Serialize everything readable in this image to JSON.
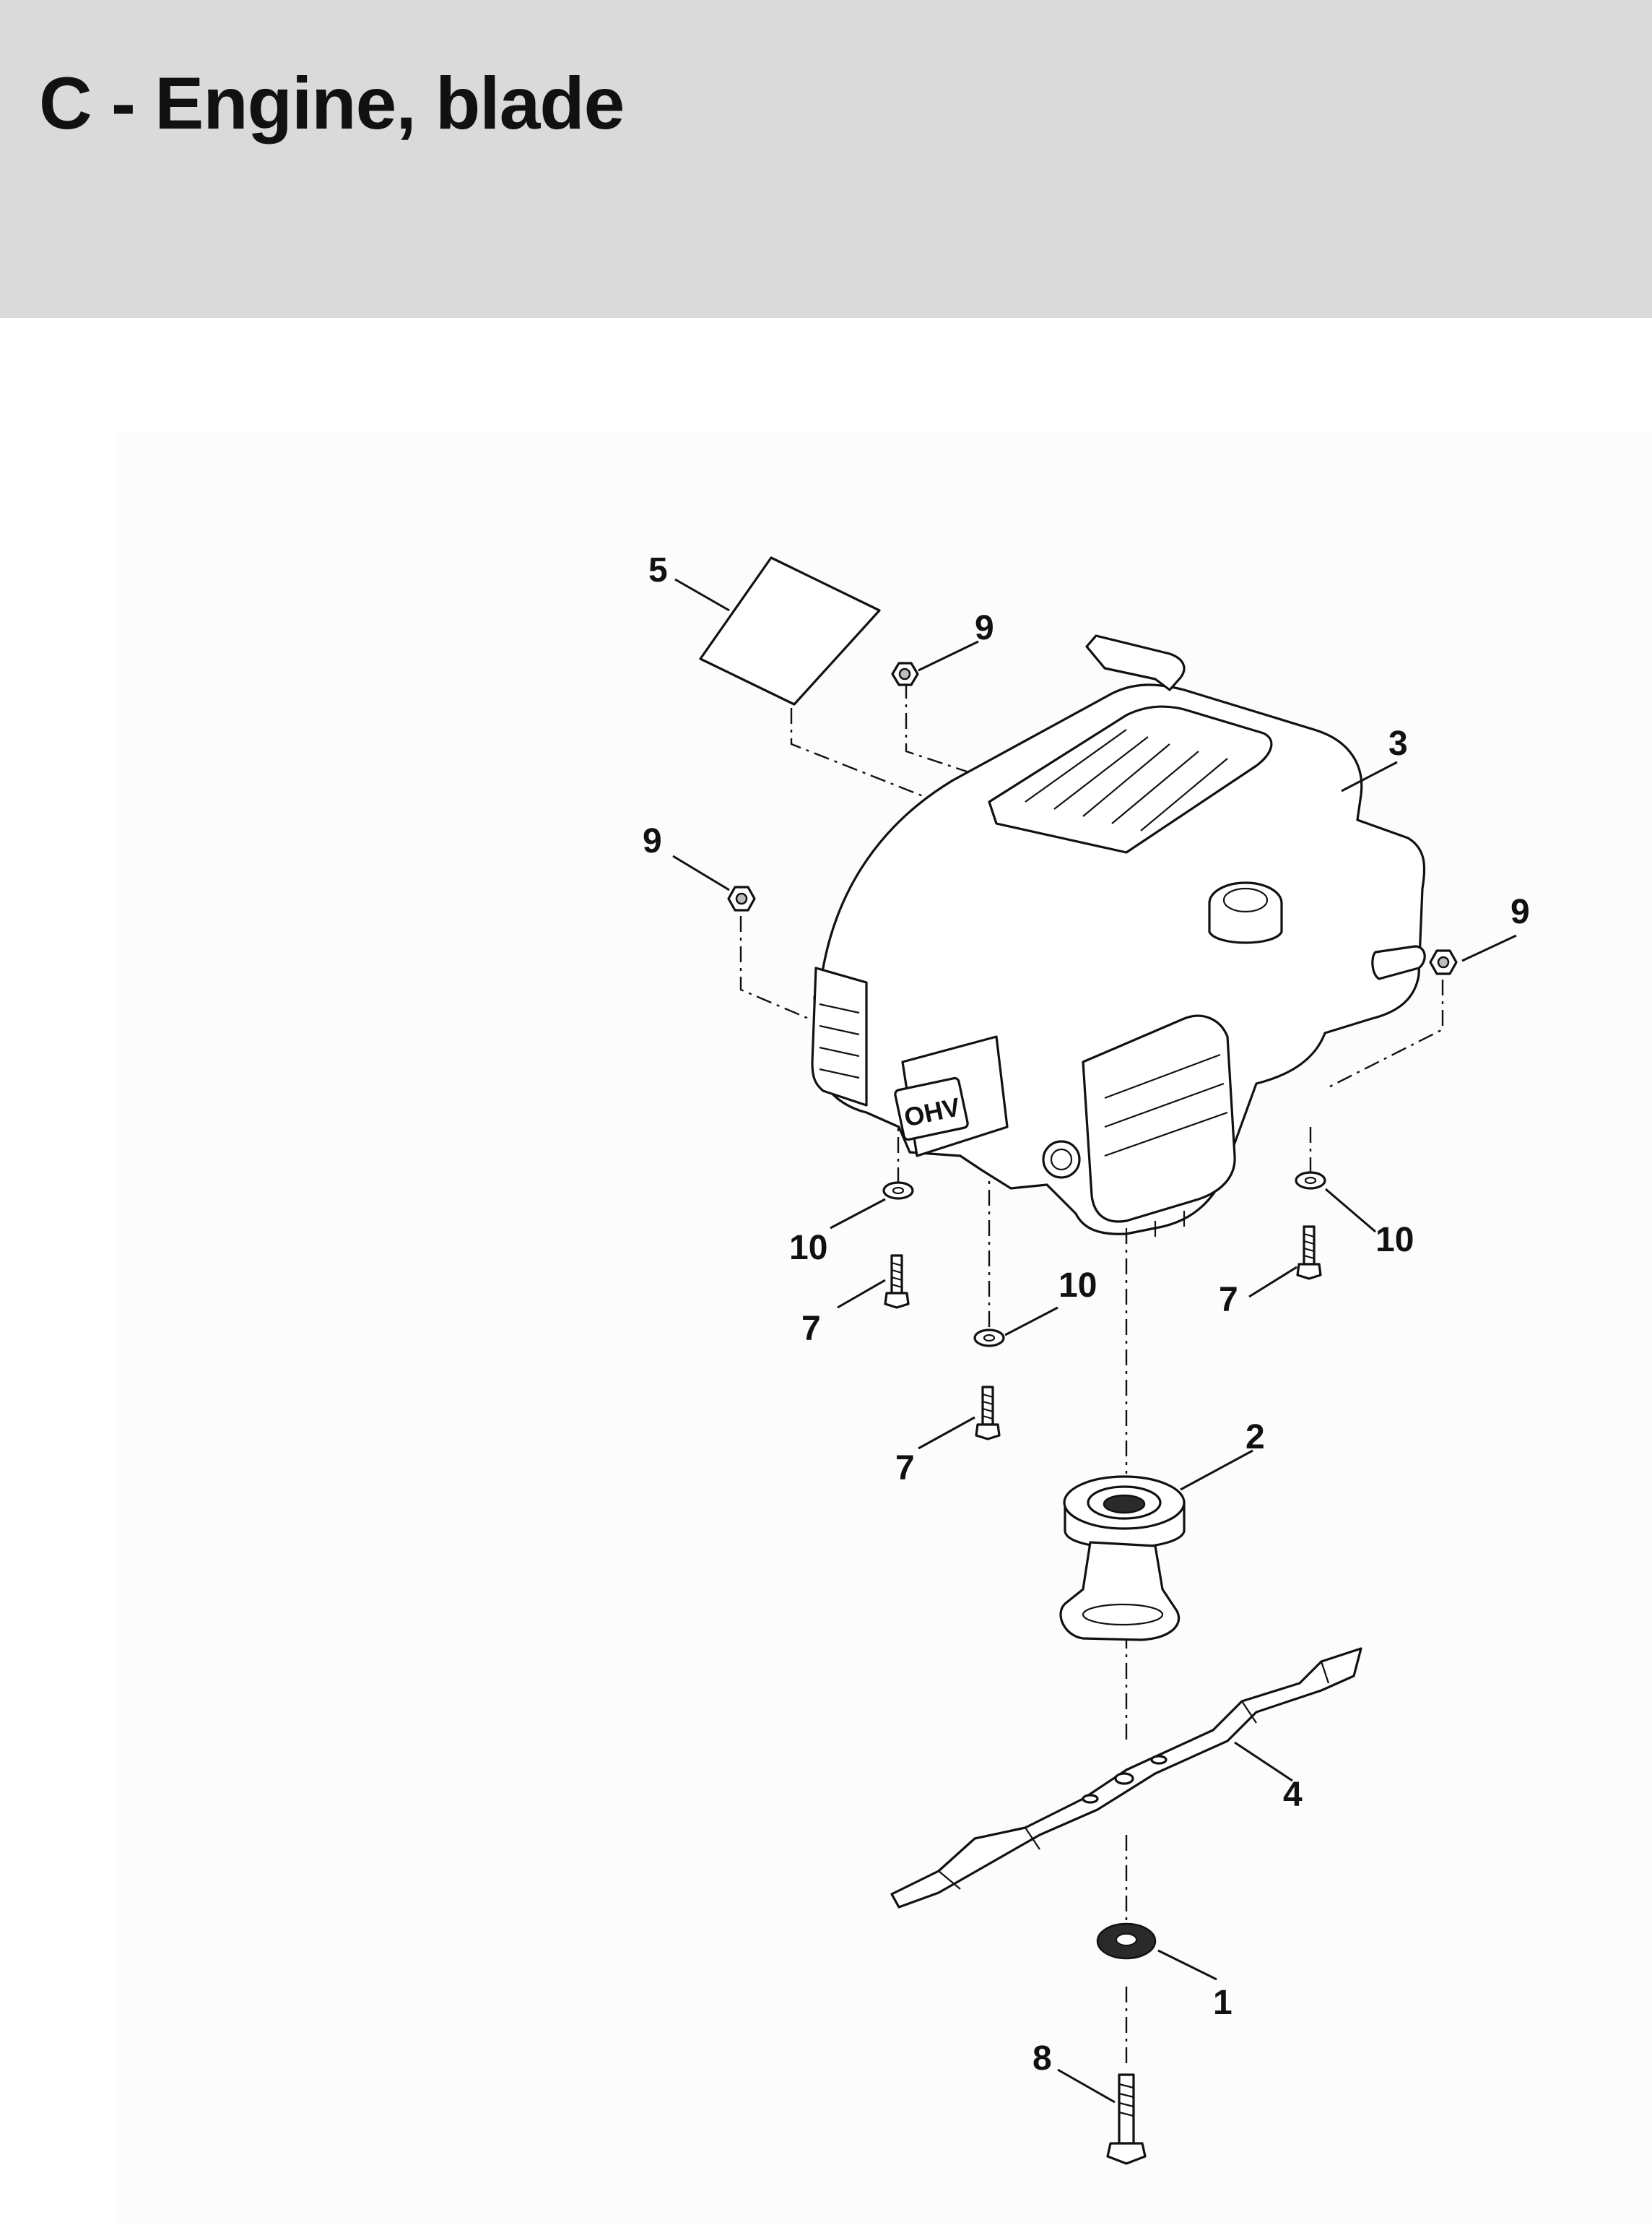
{
  "header": {
    "title": "C - Engine, blade"
  },
  "diagram": {
    "engine_badge_text": "OHV",
    "callouts": [
      {
        "id": "c5",
        "label": "5",
        "part": "label-sticker"
      },
      {
        "id": "c9a",
        "label": "9",
        "part": "nut-top"
      },
      {
        "id": "c3",
        "label": "3",
        "part": "engine"
      },
      {
        "id": "c9b",
        "label": "9",
        "part": "nut-left"
      },
      {
        "id": "c9c",
        "label": "9",
        "part": "nut-right"
      },
      {
        "id": "c10a",
        "label": "10",
        "part": "washer-left"
      },
      {
        "id": "c10b",
        "label": "10",
        "part": "washer-right"
      },
      {
        "id": "c10c",
        "label": "10",
        "part": "washer-middle"
      },
      {
        "id": "c7a",
        "label": "7",
        "part": "bolt-left"
      },
      {
        "id": "c7b",
        "label": "7",
        "part": "bolt-right"
      },
      {
        "id": "c7c",
        "label": "7",
        "part": "bolt-middle"
      },
      {
        "id": "c2",
        "label": "2",
        "part": "blade-adapter"
      },
      {
        "id": "c4",
        "label": "4",
        "part": "blade"
      },
      {
        "id": "c1",
        "label": "1",
        "part": "spring-washer"
      },
      {
        "id": "c8",
        "label": "8",
        "part": "blade-bolt"
      }
    ]
  }
}
